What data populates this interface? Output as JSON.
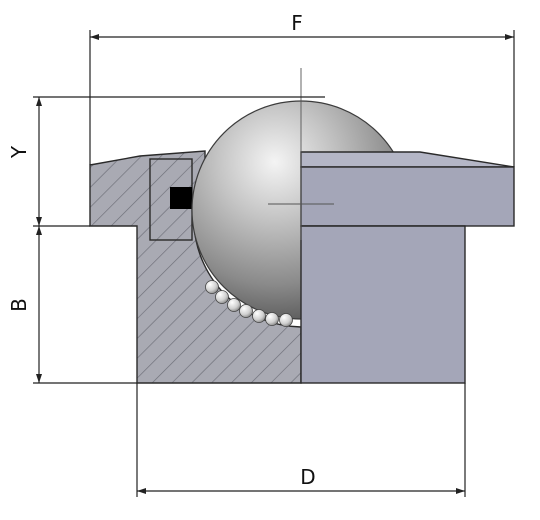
{
  "dimensions": {
    "f": "F",
    "y": "Y",
    "b": "B",
    "d": "D"
  },
  "colors": {
    "section_fill": "#a9aab3",
    "hatch": "#6d6e78",
    "housing_fill": "#a4a6b8",
    "housing_top": "#b4b6c6",
    "ball_light": "#f2f2f2",
    "ball_mid": "#a5a5a5",
    "ball_dark": "#5e5e5e",
    "seal": "#000000"
  }
}
